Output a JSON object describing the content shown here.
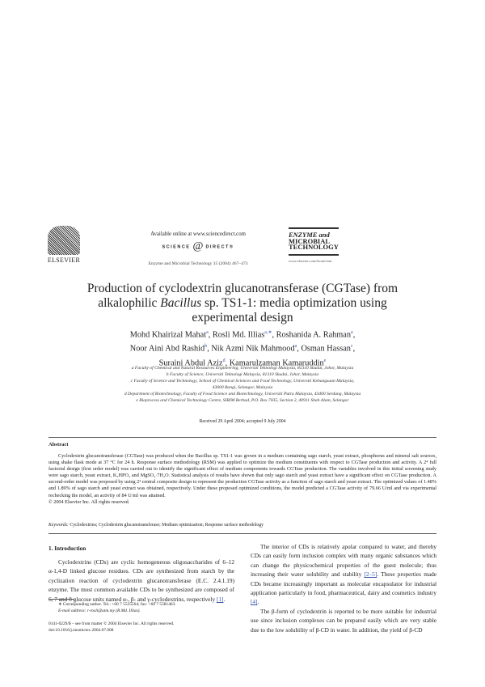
{
  "header": {
    "publisher_logo": "ELSEVIER",
    "available_online": "Available online at www.sciencedirect.com",
    "sciencedirect_left": "SCIENCE",
    "sciencedirect_at": "@",
    "sciencedirect_right": "DIRECT®",
    "journal_citation": "Enzyme and Microbial Technology 35 (2004) 467–473",
    "journal_logo_line1": "ENZYME and",
    "journal_logo_line2": "MICROBIAL",
    "journal_logo_line3": "TECHNOLOGY",
    "journal_url": "www.elsevier.com/locate/emt"
  },
  "article": {
    "title_line1": "Production of cyclodextrin glucanotransferase (CGTase) from",
    "title_line2_pre": "alkalophilic ",
    "title_line2_italic": "Bacillus",
    "title_line2_post": " sp. TS1-1: media optimization using",
    "title_line3": "experimental design",
    "authors_line1": "Mohd Khairizal Mahat^a, Rosli Md. Illias^a,*, Roshanida A. Rahman^a,",
    "authors": [
      {
        "name": "Mohd Khairizal Mahat",
        "sup": "a",
        "sep": ", "
      },
      {
        "name": "Rosli Md. Illias",
        "sup": "a,∗",
        "sep": ", "
      },
      {
        "name": "Roshanida A. Rahman",
        "sup": "a",
        "sep": ","
      },
      {
        "name": "Noor Aini Abd Rashid",
        "sup": "b",
        "sep": ", "
      },
      {
        "name": "Nik Azmi Nik Mahmood",
        "sup": "a",
        "sep": ", "
      },
      {
        "name": "Osman Hassan",
        "sup": "c",
        "sep": ","
      },
      {
        "name": "Suraini Abdul Aziz",
        "sup": "d",
        "sep": ", "
      },
      {
        "name": "Kamarulzaman Kamaruddin",
        "sup": "e",
        "sep": ""
      }
    ],
    "affiliations": [
      "a Faculty of Chemical and Natural Resources Engineering, Universiti Teknologi Malaysia, 81310 Skudai, Johor, Malaysia",
      "b Faculty of Science, Universiti Teknologi Malaysia, 81310 Skudai, Johor, Malaysia",
      "c Faculty of Science and Technology, School of Chemical Sciences and Food Technology, Universiti Kebangsaan Malaysia,",
      "43600 Bangi, Selangor, Malaysia",
      "d Department of Biotechnology, Faculty of Food Science and Biotechnology, Universiti Putra Malaysia, 43400 Serdang, Malaysia",
      "e Bioprocess and Chemical Technology Centre, SIRIM Berhad, P.O. Box 7035, Section 2, 40911 Shah Alam, Selangor"
    ],
    "received": "Received 29 April 2004; accepted 9 July 2004"
  },
  "abstract": {
    "heading": "Abstract",
    "text": "Cyclodextrin glucanotransferase (CGTase) was produced when the Bacillus sp. TS1-1 was grown in a medium containing sago starch, yeast extract, phosphorus and mineral salt sources, using shake flask mode at 37 °C for 24 h. Response surface methodology (RSM) was applied to optimize the medium constituents with respect to CGTase production and activity. A 2⁴ full factorial design (first order model) was carried out to identify the significant effect of medium components towards CGTase production. The variables involved in this initial screening study were sago starch, yeast extract, K₂HPO₄ and MgSO₄·7H₂O. Statistical analysis of results have shown that only sago starch and yeast extract have a significant effect on CGTase production. A second-order model was proposed by using 2² central composite design to represent the production CGTase activity as a function of sago starch and yeast extract. The optimized values of 1.48% and 1.89% of sago starch and yeast extract was obtained, respectively. Under these proposed optimized conditions, the model predicted a CGTase activity of 79.66 U/ml and via experimental rechecking the model, an activity of 84 U/ml was attained.",
    "copyright": "© 2004 Elsevier Inc. All rights reserved.",
    "keywords_label": "Keywords:",
    "keywords": "Cyclodextrins; Cyclodextrin glucanotransferase; Medium optimization; Response surface methodology"
  },
  "introduction": {
    "heading": "1. Introduction",
    "left_p1": "Cyclodextrins (CDs) are cyclic homogeneous oligosaccharides of 6–12 α-1,4-D linked glucose residues. CDs are synthesized from starch by the cyclization reaction of cyclodextrin glucanotransferase (E.C. 2.4.1.19) enzyme. The most common available CDs to be synthesized are composed of 6, 7 and 8 glucose units named α-, β- and γ-cyclodextrins, respectively ",
    "left_p1_ref": "[1]",
    "right_p1": "The interior of CDs is relatively apolar compared to water, and thereby CDs can easily form inclusion complex with many organic substances which can change the physicochemical properties of the guest molecule; thus increasing their water solubility and stability ",
    "right_p1_ref1": "[2–5]",
    "right_p1_mid": ". These properties made CDs became increasingly important as molecular encapsulator for industrial application particularly in food, pharmaceutical, dairy and cosmetics industry ",
    "right_p1_ref2": "[4]",
    "right_p2": "The β-form of cyclodextrin is reported to be more suitable for industrial use since inclusion complexes can be prepared easily which are very stable due to the low solubility of β-CD in water. In addition, the yield of β-CD"
  },
  "footer": {
    "corresponding": "∗ Corresponding author. Tel.: +60 7 5535564; fax: +60 7 5581463.",
    "email": "E-mail address: r-rosli@utm.my (R.Md. Illias).",
    "issn": "0141-0229/$ – see front matter © 2004 Elsevier Inc. All rights reserved.",
    "doi": "doi:10.1016/j.enzmictec.2004.07.008"
  }
}
